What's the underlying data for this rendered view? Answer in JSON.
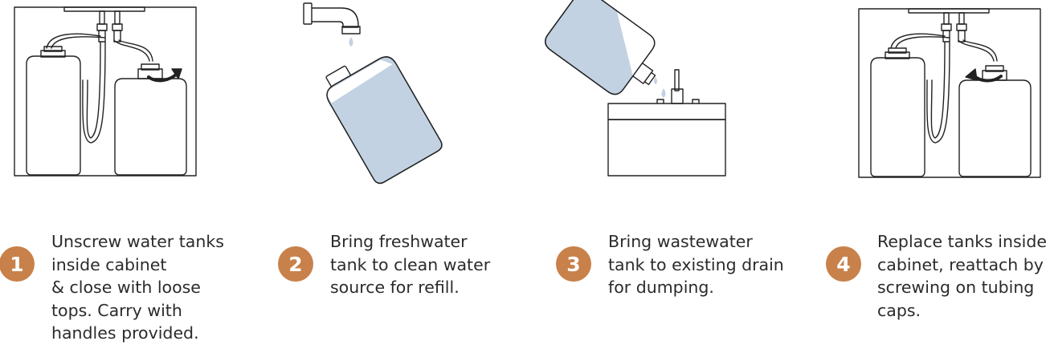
{
  "colors": {
    "badge": "#c8814a",
    "water": "#c2d2e2",
    "outline": "#222222"
  },
  "steps": [
    {
      "number": "1",
      "lines": [
        "Unscrew water tanks",
        "inside cabinet",
        "& close with loose",
        "tops. Carry with",
        "handles provided."
      ]
    },
    {
      "number": "2",
      "lines": [
        "Bring freshwater",
        "tank to clean water",
        "source for refill."
      ]
    },
    {
      "number": "3",
      "lines": [
        "Bring wastewater",
        "tank to existing drain",
        "for dumping."
      ]
    },
    {
      "number": "4",
      "lines": [
        "Replace tanks inside",
        "cabinet, reattach by",
        "screwing on tubing",
        "caps."
      ]
    }
  ]
}
